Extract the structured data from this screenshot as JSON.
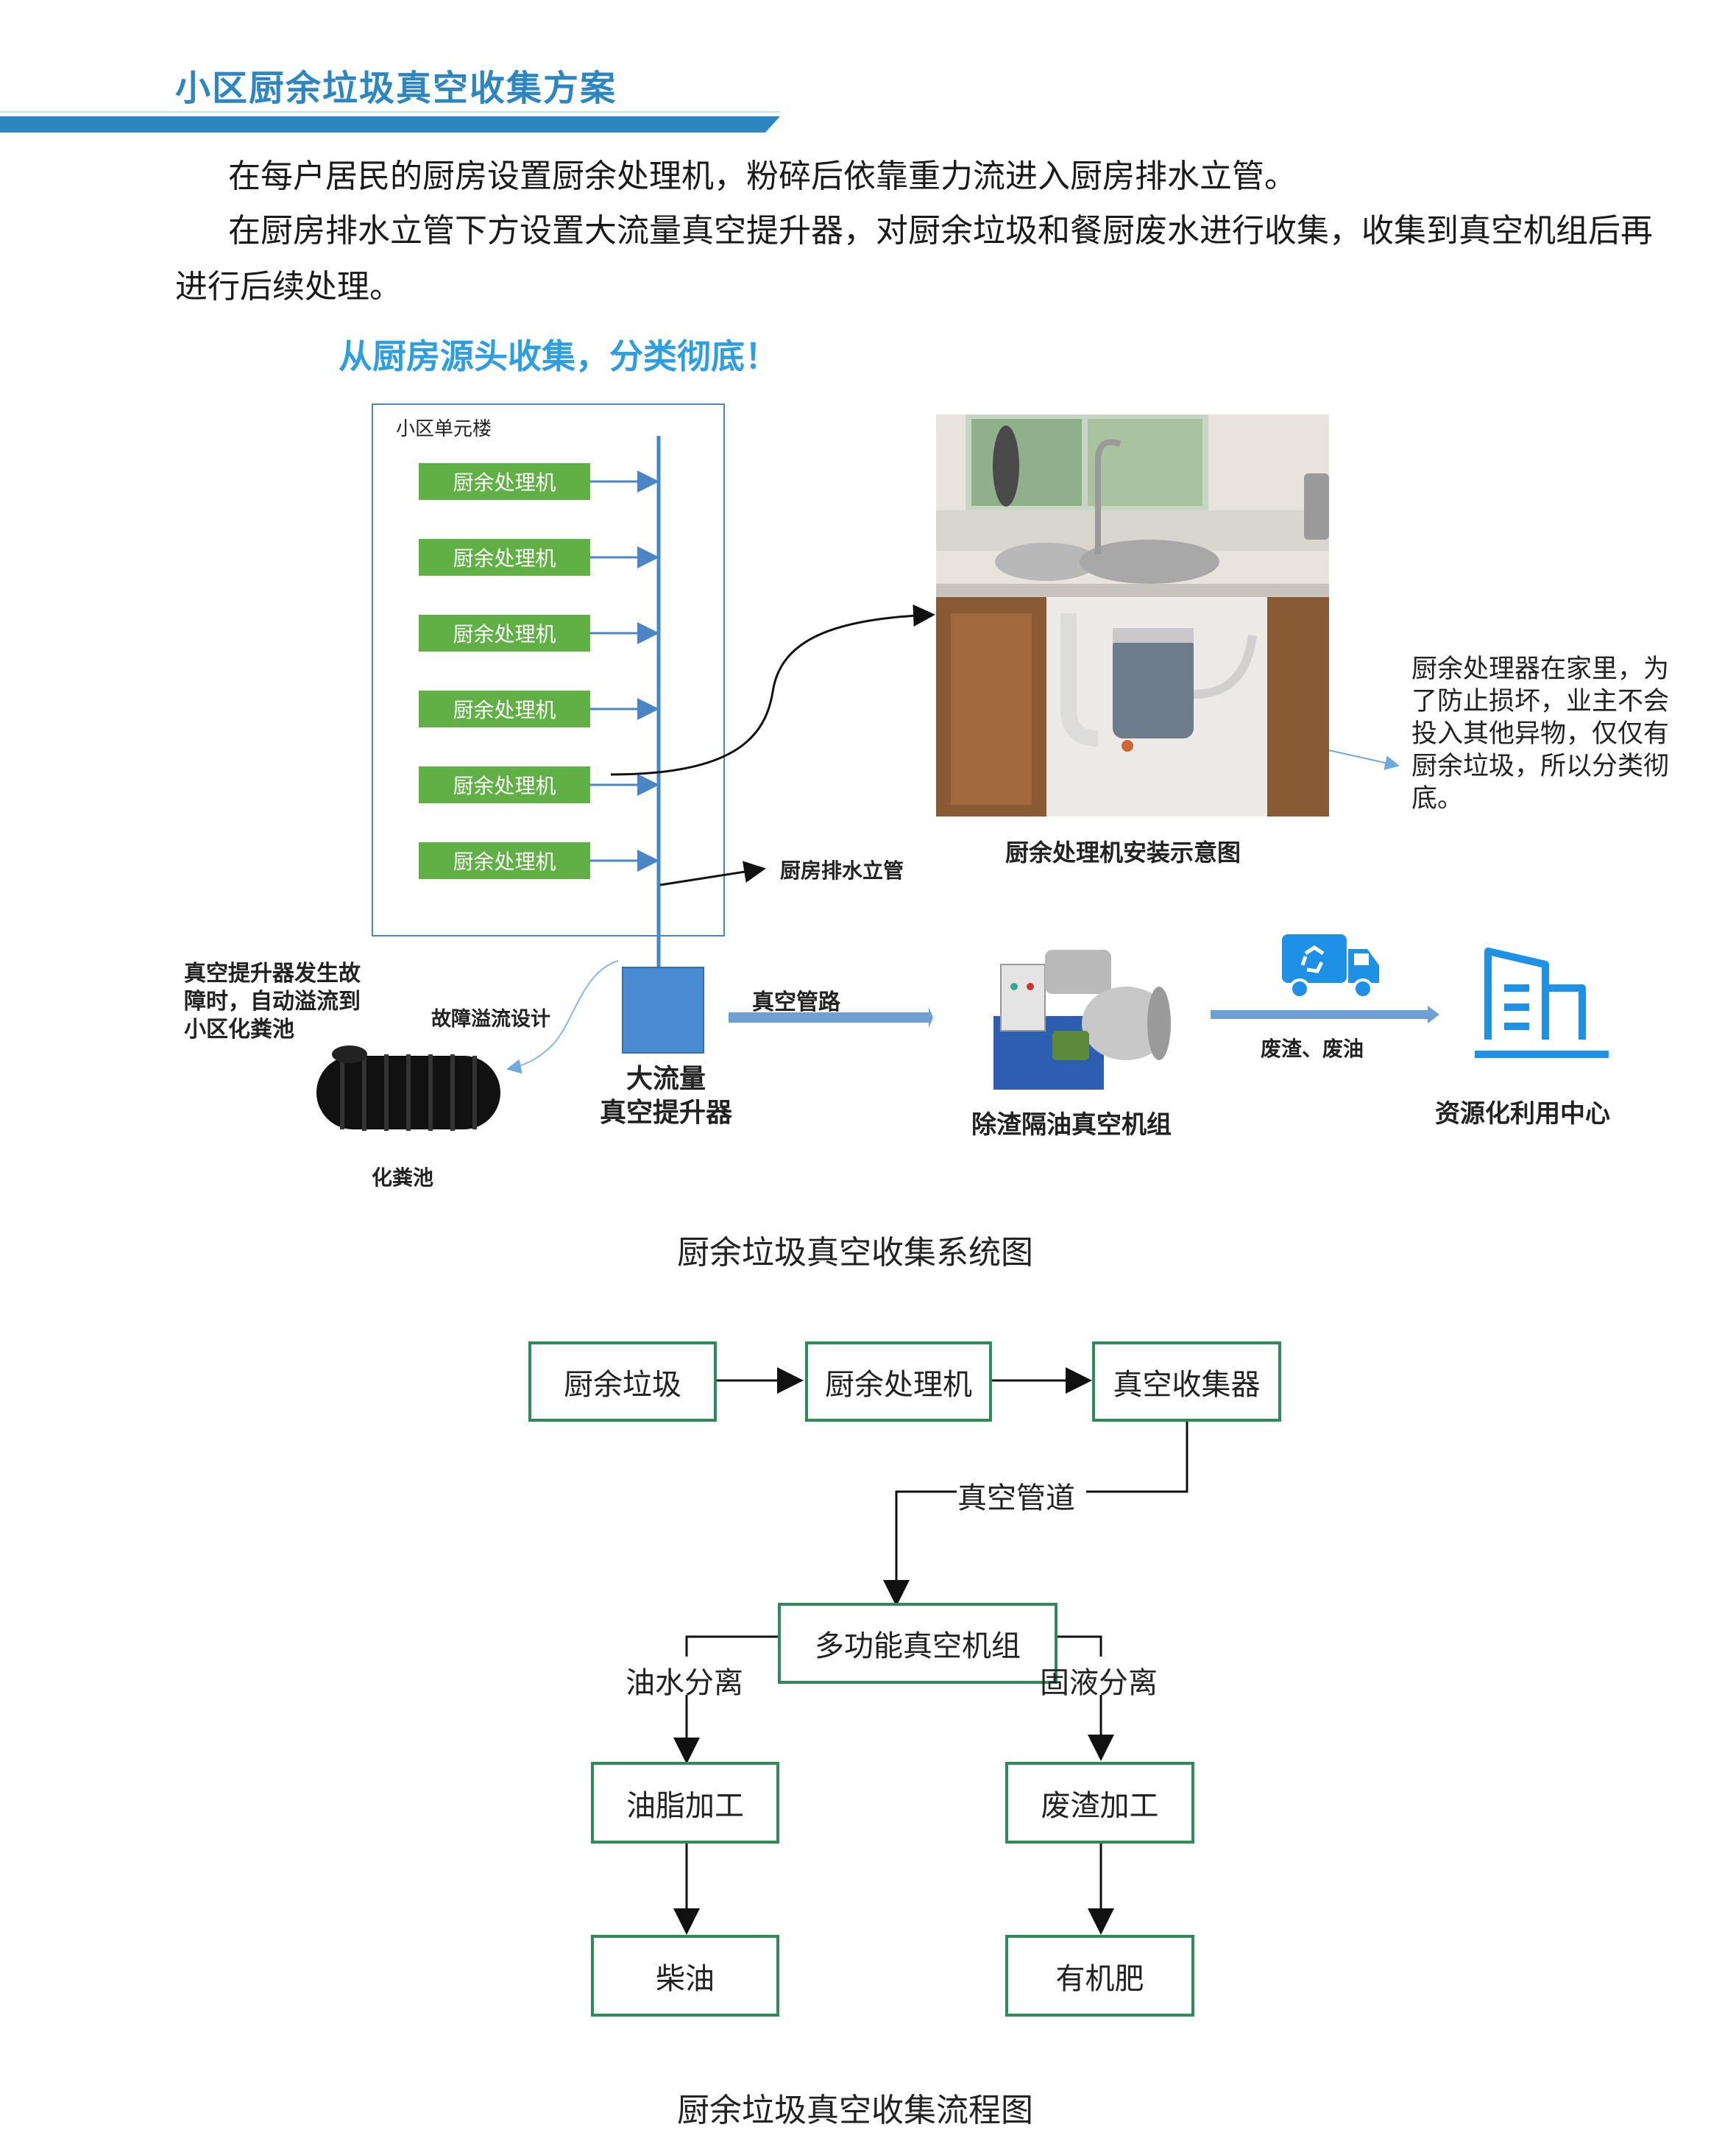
{
  "header": {
    "title": "小区厨余垃圾真空收集方案",
    "accent_color": "#2e86c1"
  },
  "intro": {
    "line1": "在每户居民的厨房设置厨余处理机，粉碎后依靠重力流进入厨房排水立管。",
    "line2": "在厨房排水立管下方设置大流量真空提升器，对厨余垃圾和餐厨废水进行收集，收集到真空机组后再进行后续处理。"
  },
  "system_diagram": {
    "slogan": "从厨房源头收集，分类彻底！",
    "building_label": "小区单元楼",
    "units": [
      "厨余处理机",
      "厨余处理机",
      "厨余处理机",
      "厨余处理机",
      "厨余处理机",
      "厨余处理机"
    ],
    "standpipe_label": "厨房排水立管",
    "photo_caption": "厨余处理机安装示意图",
    "photo_note": [
      "厨余处理器在家里，为",
      "了防止损坏，业主不会",
      "投入其他异物，仅仅有",
      "厨余垃圾，所以分类彻",
      "底。"
    ],
    "fault_note": [
      "真空提升器发生故",
      "障时，自动溢流到",
      "小区化粪池"
    ],
    "overflow_label": "故障溢流设计",
    "septic_label": "化粪池",
    "lifter_label": [
      "大流量",
      "真空提升器"
    ],
    "pipeline_label": "真空管路",
    "unit_label": "除渣隔油真空机组",
    "transport_label": "废渣、废油",
    "center_label": "资源化利用中心",
    "caption": "厨余垃圾真空收集系统图"
  },
  "flow_chart": {
    "nodes": {
      "waste": "厨余垃圾",
      "processor": "厨余处理机",
      "collector": "真空收集器",
      "unit": "多功能真空机组",
      "grease": "油脂加工",
      "residue": "废渣加工",
      "diesel": "柴油",
      "fertilizer": "有机肥"
    },
    "edges": {
      "pipe": "真空管道",
      "oil_water": "油水分离",
      "solid_liquid": "固液分离"
    },
    "caption": "厨余垃圾真空收集流程图",
    "box_color": "#2e8b57"
  },
  "icons": [
    "recycle-truck-icon",
    "building-icon"
  ]
}
